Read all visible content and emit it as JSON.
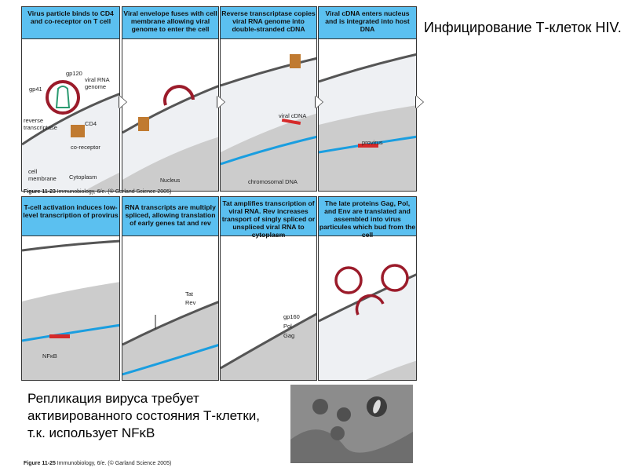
{
  "slide_title": "Инфицирование Т-клеток HIV.",
  "note": "Репликация вируса требует активированного состояния Т-клетки, т.к. использует NFκB",
  "fig_top": {
    "caption_bold": "Figure 11-23",
    "caption_rest": " Immunobiology, 6/e. (© Garland Science 2005)",
    "panels": [
      {
        "header": "Virus particle binds to CD4 and co-receptor on T cell"
      },
      {
        "header": "Viral envelope fuses with cell membrane allowing viral genome to enter the cell"
      },
      {
        "header": "Reverse transcriptase copies viral RNA genome into double-stranded cDNA"
      },
      {
        "header": "Viral cDNA enters nucleus and is integrated into host DNA"
      }
    ],
    "labels": {
      "gp120": "gp120",
      "gp41": "gp41",
      "viral_rna": "viral RNA genome",
      "rt": "reverse transcriptase",
      "cd4": "CD4",
      "coreceptor": "co-receptor",
      "membrane": "cell membrane",
      "cytoplasm": "Cytoplasm",
      "nucleus": "Nucleus",
      "viral_cdna": "viral cDNA",
      "chromosomal": "chromosomal DNA",
      "provirus": "provirus"
    }
  },
  "fig_bottom": {
    "caption_bold": "Figure 11-25",
    "caption_rest": " Immunobiology, 6/e. (© Garland Science 2005)",
    "panels": [
      {
        "header": "T-cell activation induces low-level transcription of provirus"
      },
      {
        "header": "RNA transcripts are multiply spliced, allowing translation of early genes tat and rev"
      },
      {
        "header": "Tat amplifies transcription of viral RNA. Rev increases transport of singly spliced or unspliced viral RNA to cytoplasm"
      },
      {
        "header": "The late proteins Gag, Pol, and Env are translated and assembled into virus particules which bud from the cell"
      }
    ],
    "labels": {
      "nfkb": "NFκB",
      "tat": "Tat",
      "rev": "Rev",
      "gp160": "gp160",
      "pol": "Pol",
      "gag": "Gag"
    }
  },
  "colors": {
    "header": "#5bc0f0",
    "nucleus": "#c8c8c8",
    "dna": "#1a9ee0",
    "virus": "#9b1b2a"
  }
}
